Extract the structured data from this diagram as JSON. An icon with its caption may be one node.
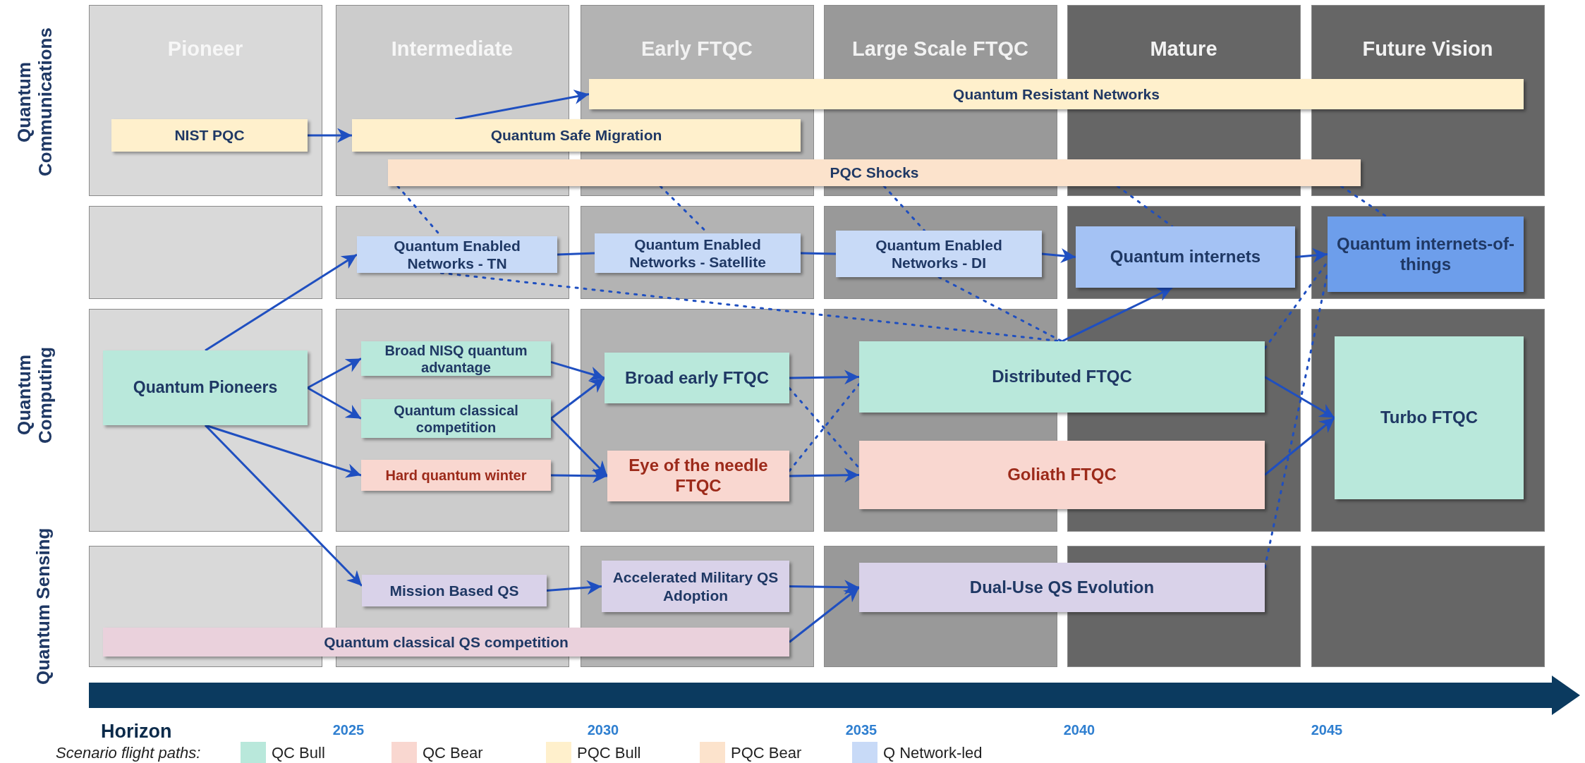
{
  "diagram": {
    "nodes": [
      {
        "text": [
          "NIST PQC"
        ]
      },
      {
        "text": [
          "Quantum Safe Migration"
        ]
      },
      {
        "text": [
          "Quantum Resistant Networks"
        ]
      },
      {
        "text": [
          "PQC Shocks"
        ]
      },
      {
        "text": [
          "Quantum Enabled Networks - TN"
        ]
      },
      {
        "text": [
          "Quantum Enabled Networks - Satellite"
        ]
      },
      {
        "text": [
          "Quantum Enabled Networks - DI"
        ]
      },
      {
        "text": [
          "Quantum internets"
        ]
      },
      {
        "text": [
          "Quantum internets-of-things"
        ]
      },
      {
        "text": [
          "Quantum Pioneers"
        ]
      },
      {
        "text": [
          "Broad NISQ quantum advantage"
        ]
      },
      {
        "text": [
          "Quantum classical competition"
        ]
      },
      {
        "text": [
          "Hard quantum winter"
        ]
      },
      {
        "text": [
          "Broad early FTQC"
        ]
      },
      {
        "text": [
          "Eye of the needle FTQC"
        ]
      },
      {
        "text": [
          "Distributed FTQC"
        ]
      },
      {
        "text": [
          "Goliath FTQC"
        ]
      },
      {
        "text": [
          "Turbo FTQC"
        ]
      },
      {
        "text": [
          "Mission Based QS"
        ]
      },
      {
        "text": [
          "Accelerated Military QS Adoption"
        ]
      },
      {
        "text": [
          "Dual-Use QS Evolution"
        ]
      },
      {
        "text": [
          "Quantum classical QS competition"
        ]
      }
    ],
    "edges": [
      {
        "from": 0,
        "to": 1,
        "arrow": "to"
      },
      {
        "from": 1,
        "to": 2,
        "arrow": "to"
      },
      {
        "from": 4,
        "to": 5,
        "arrow": "none"
      },
      {
        "from": 5,
        "to": 6,
        "arrow": "none"
      },
      {
        "from": 6,
        "to": 7,
        "arrow": "to"
      },
      {
        "from": 7,
        "to": 8,
        "arrow": "to"
      },
      {
        "from": 9,
        "to": 4,
        "arrow": "to"
      },
      {
        "from": 9,
        "to": 10,
        "arrow": "to"
      },
      {
        "from": 9,
        "to": 11,
        "arrow": "to"
      },
      {
        "from": 9,
        "to": 12,
        "arrow": "to"
      },
      {
        "from": 9,
        "to": 18,
        "arrow": "to"
      },
      {
        "from": 10,
        "to": 13,
        "arrow": "to"
      },
      {
        "from": 11,
        "to": 13,
        "arrow": "to"
      },
      {
        "from": 11,
        "to": 14,
        "arrow": "to"
      },
      {
        "from": 12,
        "to": 14,
        "arrow": "to"
      },
      {
        "from": 13,
        "to": 15,
        "arrow": "to"
      },
      {
        "from": 14,
        "to": 16,
        "arrow": "to"
      },
      {
        "from": 15,
        "to": 7,
        "arrow": "to"
      },
      {
        "from": 15,
        "to": 17,
        "arrow": "to"
      },
      {
        "from": 16,
        "to": 17,
        "arrow": "to"
      },
      {
        "from": 18,
        "to": 19,
        "arrow": "to"
      },
      {
        "from": 19,
        "to": 20,
        "arrow": "to"
      },
      {
        "from": 21,
        "to": 20,
        "arrow": "to"
      },
      {
        "from": 3,
        "to": 4,
        "arrow": "none",
        "style": "dashed"
      },
      {
        "from": 4,
        "to": 15,
        "arrow": "none",
        "style": "dashed"
      },
      {
        "from": 3,
        "to": 5,
        "arrow": "none",
        "style": "dashed"
      },
      {
        "from": 3,
        "to": 6,
        "arrow": "none",
        "style": "dashed"
      },
      {
        "from": 6,
        "to": 15,
        "arrow": "none",
        "style": "dashed"
      },
      {
        "from": 3,
        "to": 7,
        "arrow": "none",
        "style": "dashed"
      },
      {
        "from": 3,
        "to": 8,
        "arrow": "none",
        "style": "dashed"
      },
      {
        "from": 15,
        "to": 8,
        "arrow": "none",
        "style": "dashed"
      },
      {
        "from": 20,
        "to": 8,
        "arrow": "none",
        "style": "dashed"
      },
      {
        "from": 13,
        "to": 16,
        "arrow": "none",
        "style": "dashed"
      },
      {
        "from": 14,
        "to": 15,
        "arrow": "none",
        "style": "dashed"
      }
    ],
    "labels": [
      "Pioneer",
      "Intermediate",
      "Early FTQC",
      "Large Scale FTQC",
      "Mature",
      "Future Vision",
      "Quantum Communications",
      "Quantum Computing",
      "Quantum Sensing",
      "Horizon",
      "2025",
      "2030",
      "2035",
      "2040",
      "2045",
      "Scenario flight paths:"
    ],
    "legend": [
      {
        "text": "QC Bull",
        "color": "#b9e8db"
      },
      {
        "text": "QC Bear",
        "color": "#f9d7d0"
      },
      {
        "text": "PQC Bull",
        "color": "#fff0cc"
      },
      {
        "text": "PQC Bear",
        "color": "#fce3cc"
      },
      {
        "text": "Q Network-led",
        "color": "#c8daf7"
      }
    ]
  }
}
